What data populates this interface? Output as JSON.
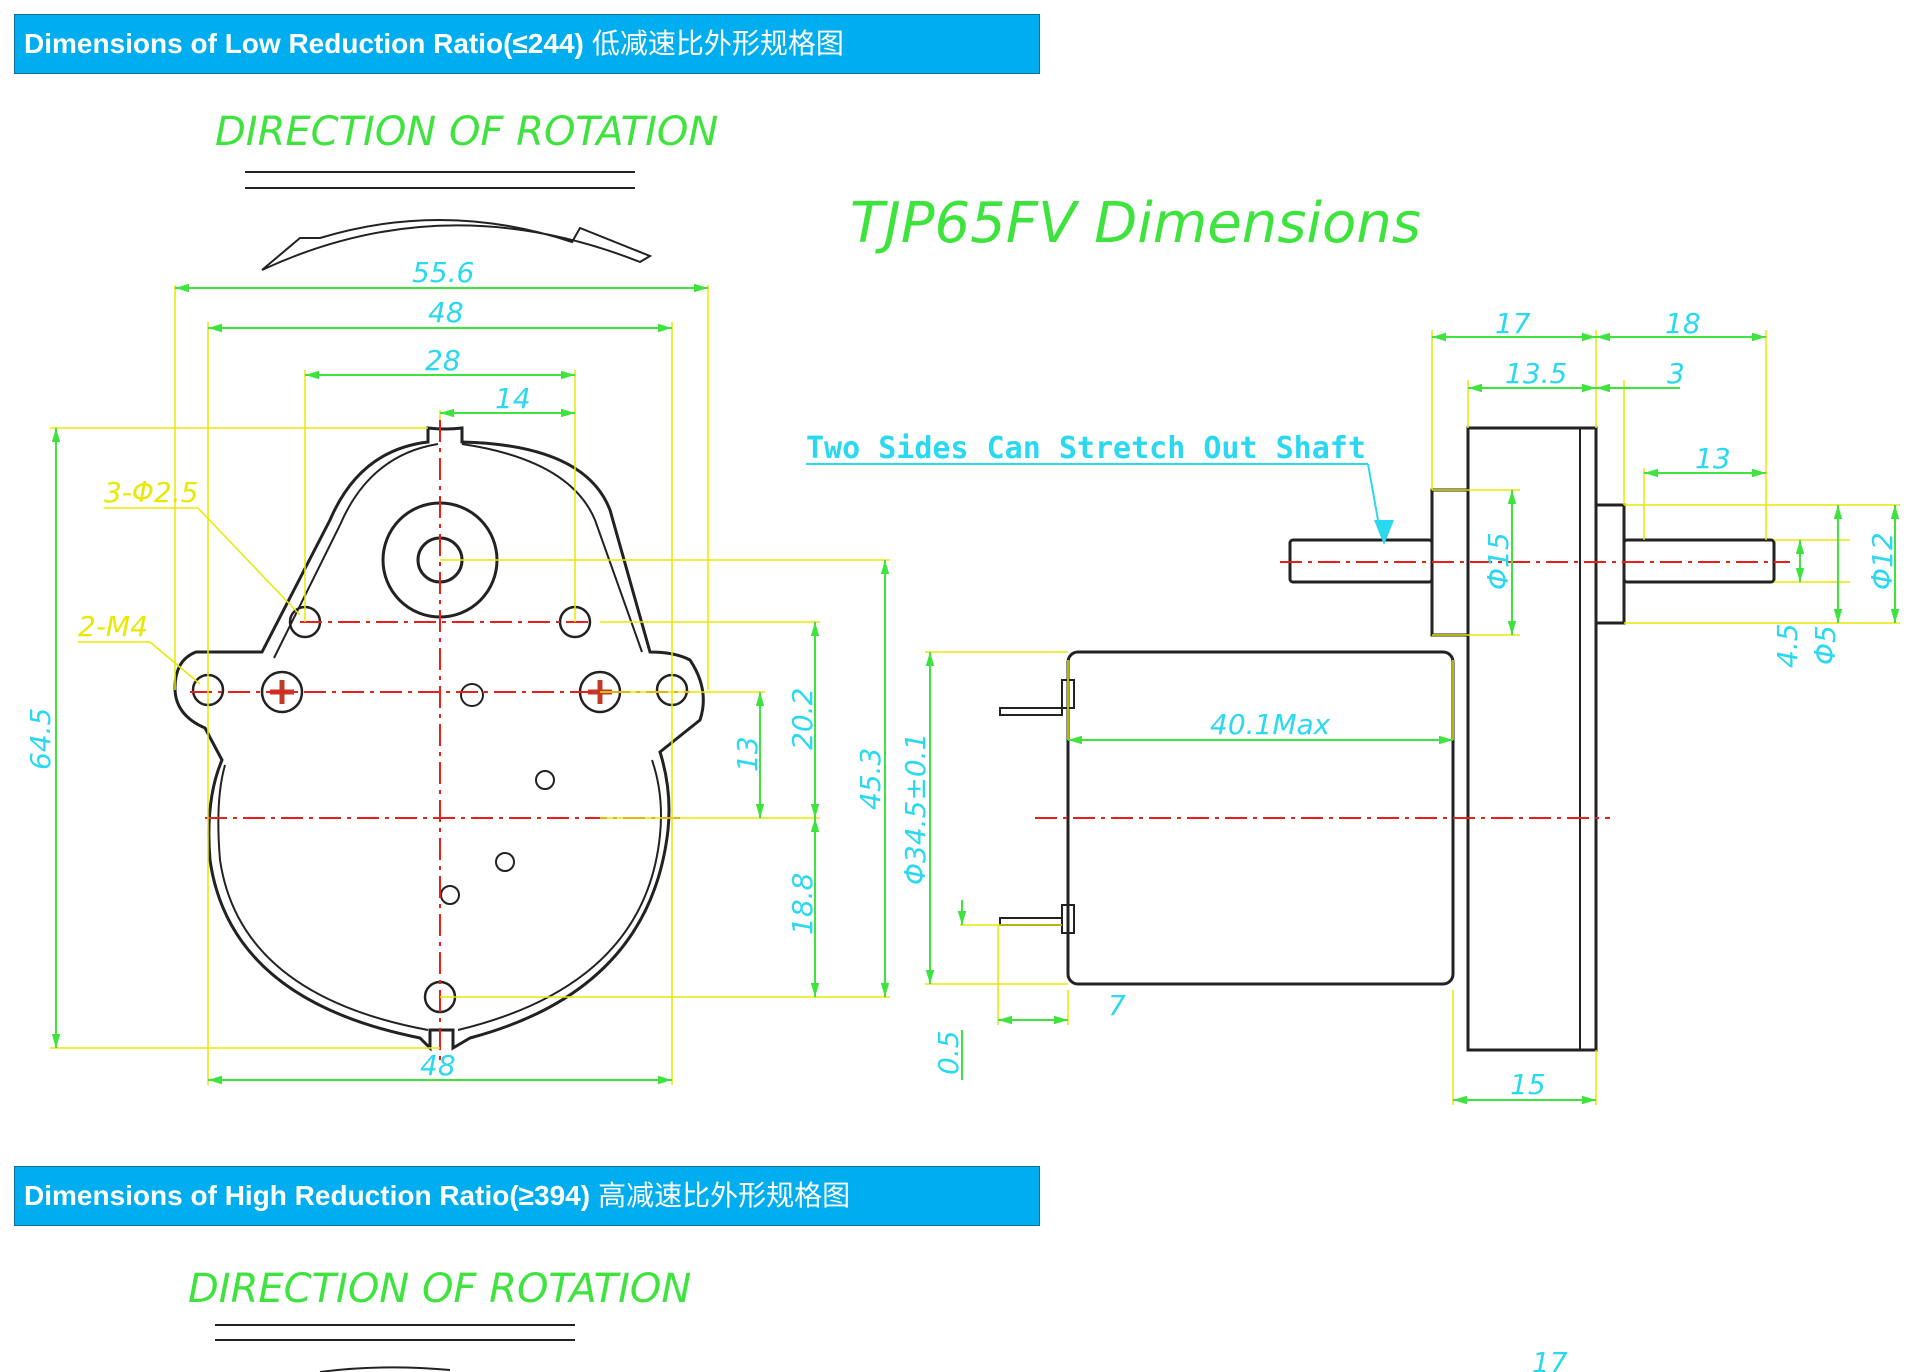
{
  "banner_low": {
    "text": "Dimensions of Low Reduction Ratio(≤244)",
    "cjk": "低减速比外形规格图"
  },
  "banner_high": {
    "text": "Dimensions of High Reduction Ratio(≥394)",
    "cjk": "高减速比外形规格图"
  },
  "direction_label": "DIRECTION OF ROTATION",
  "title": "TJP65FV Dimensions",
  "shaft_note": "Two Sides Can Stretch Out Shaft",
  "front_view": {
    "dims": {
      "w_total": "55.6",
      "w_48_top": "48",
      "w_28": "28",
      "w_14": "14",
      "h_64_5": "64.5",
      "h_45_3": "45.3",
      "h_20_2": "20.2",
      "h_13": "13",
      "h_18_8": "18.8",
      "w_48_bottom": "48"
    },
    "callouts": {
      "holes": "3-Φ2.5",
      "threads": "2-M4"
    }
  },
  "side_view": {
    "dims": {
      "d17": "17",
      "d18": "18",
      "d13_5": "13.5",
      "d3": "3",
      "d13": "13",
      "phi15": "Φ15",
      "phi12": "Φ12",
      "d4_5": "4.5",
      "phi5": "Φ5",
      "len40": "40.1Max",
      "phi34": "Φ34.5±0.1",
      "d7": "7",
      "d0_5": "0.5",
      "d15": "15"
    }
  },
  "colors": {
    "banner": "#00aeef",
    "dimension": "#2ad8f0",
    "leader": "#e8e800",
    "title": "#3ee33e",
    "centerline": "#e8201c"
  },
  "second_diagram": {
    "label": "DIRECTION OF ROTATION",
    "partial_dim": "17"
  }
}
